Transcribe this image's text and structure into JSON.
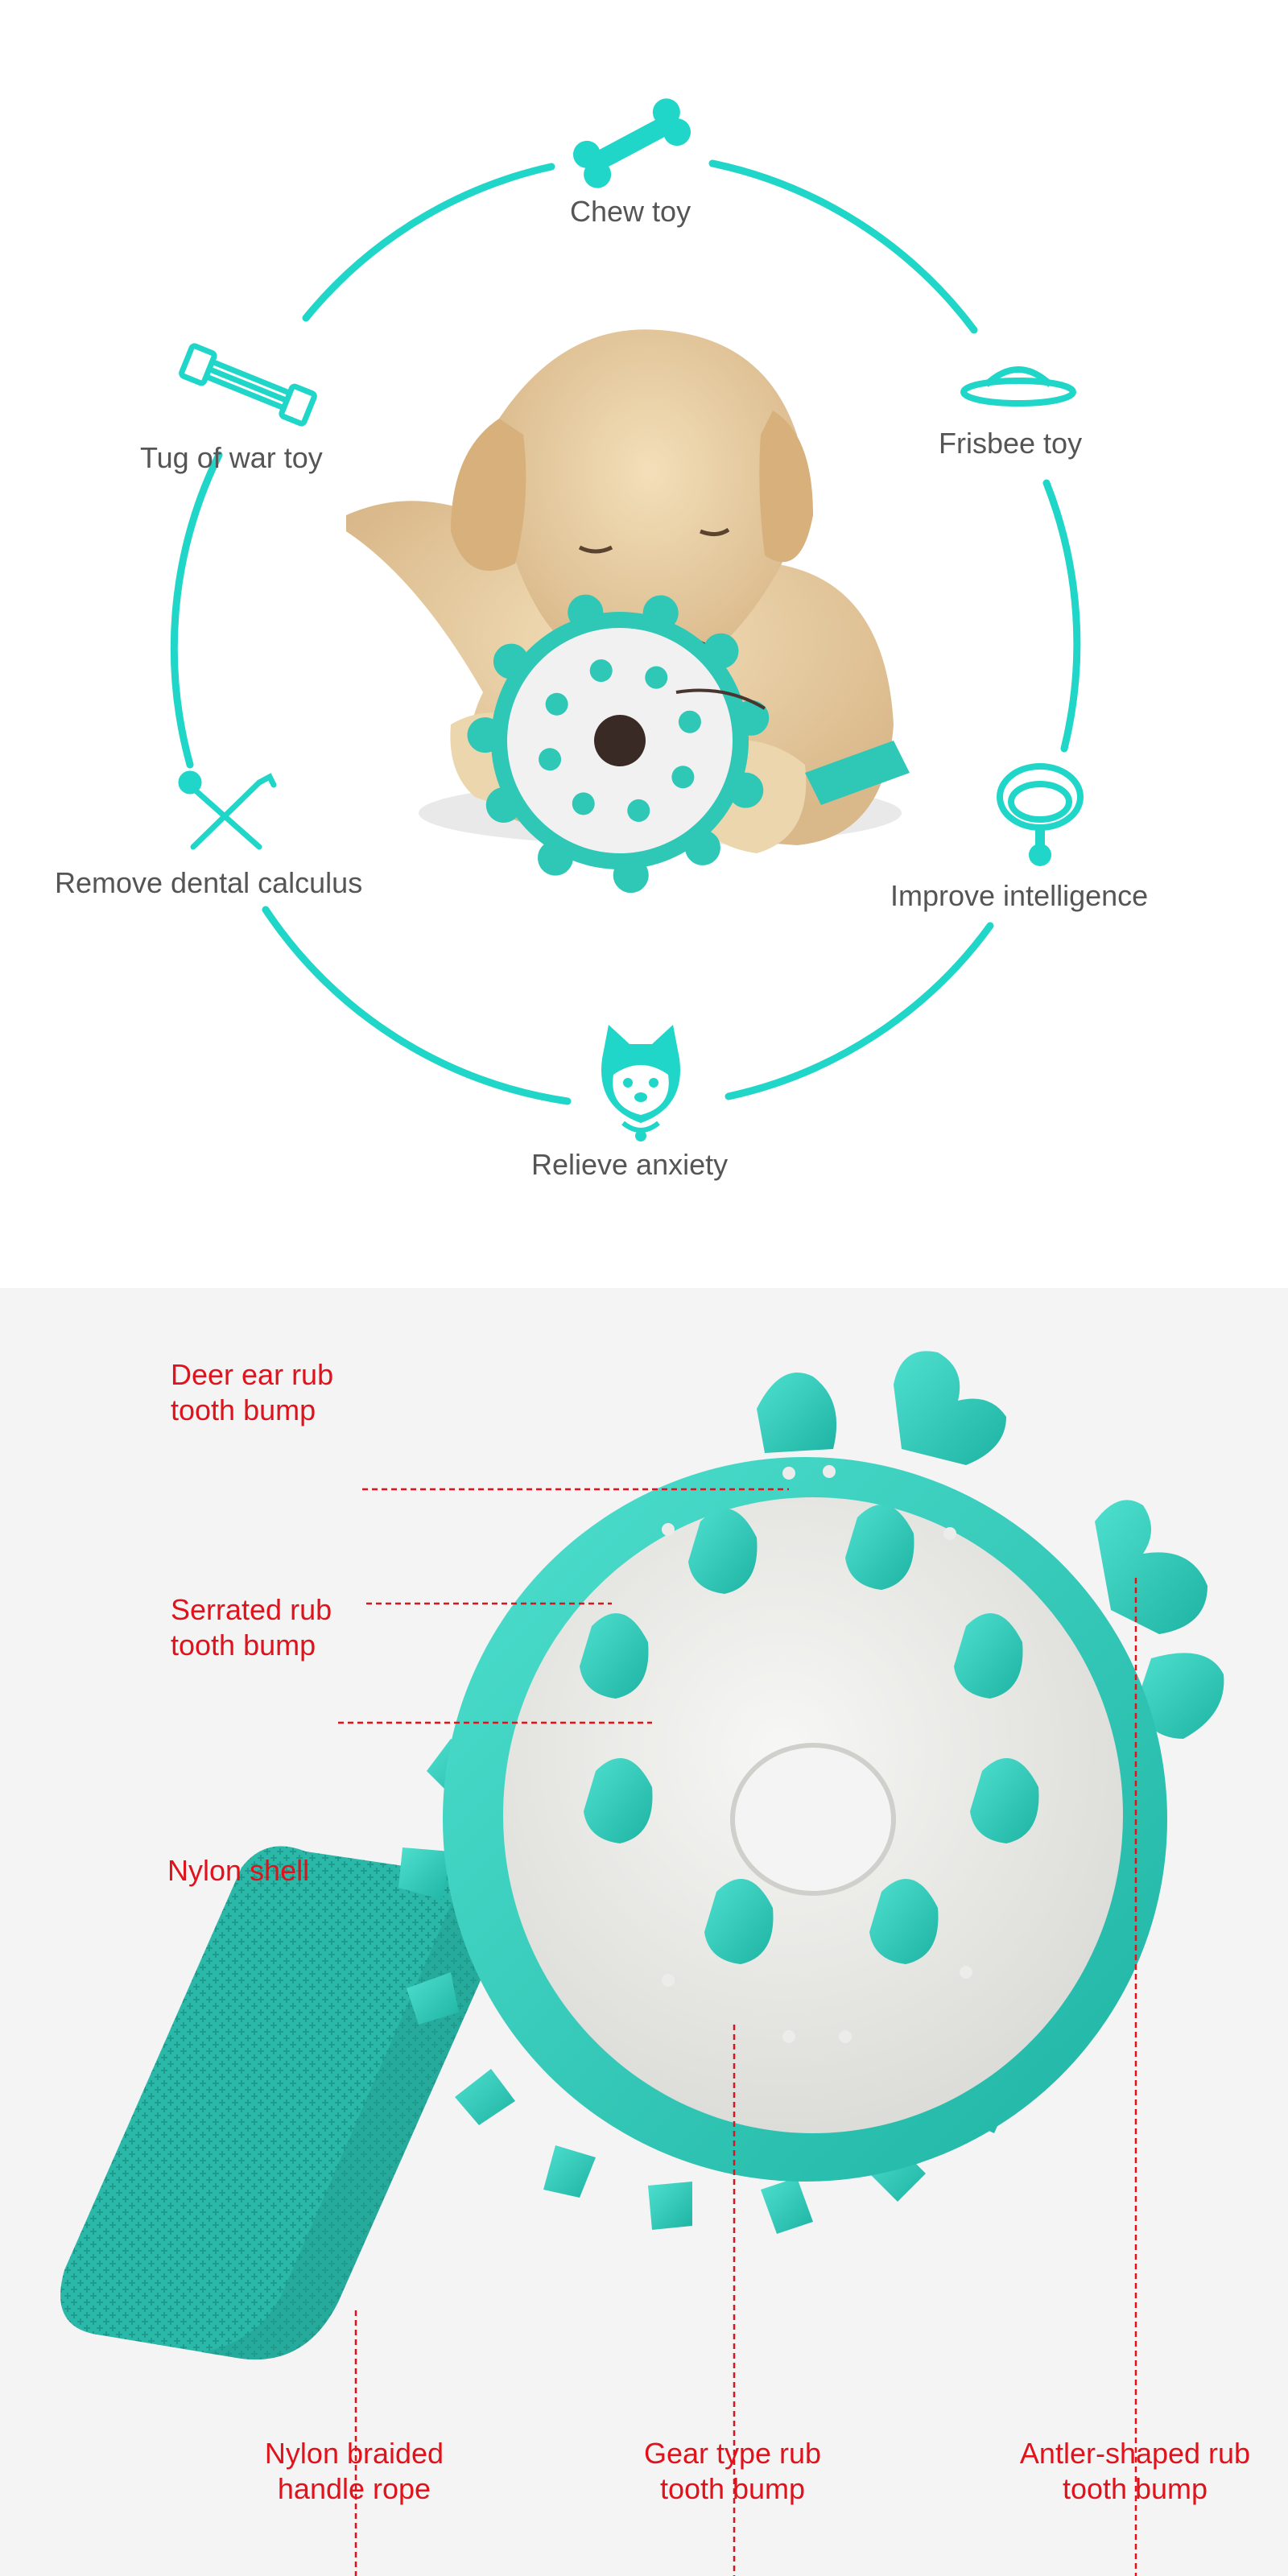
{
  "colors": {
    "accent": "#1fd6c8",
    "toy": "#2fc7b6",
    "toy_dark": "#1a9e90",
    "callout": "#e0121b",
    "label": "#555555"
  },
  "features": [
    {
      "label": "Chew toy",
      "icon": "bone-icon"
    },
    {
      "label": "Frisbee toy",
      "icon": "frisbee-icon"
    },
    {
      "label": "Tug of war toy",
      "icon": "tug-toy-icon"
    },
    {
      "label": "Remove dental calculus",
      "icon": "dental-tools-icon"
    },
    {
      "label": "Improve intelligence",
      "icon": "collar-icon"
    },
    {
      "label": "Relieve anxiety",
      "icon": "shiba-dog-icon"
    }
  ],
  "callouts": {
    "deer_ear": [
      "Deer ear rub",
      "tooth bump"
    ],
    "serrated": [
      "Serrated rub",
      "tooth bump"
    ],
    "nylon_shell": [
      "Nylon shell"
    ],
    "handle_rope": [
      "Nylon braided",
      "handle rope"
    ],
    "gear_type": [
      "Gear type rub",
      "tooth bump"
    ],
    "antler": [
      "Antler-shaped rub",
      "tooth bump"
    ]
  }
}
